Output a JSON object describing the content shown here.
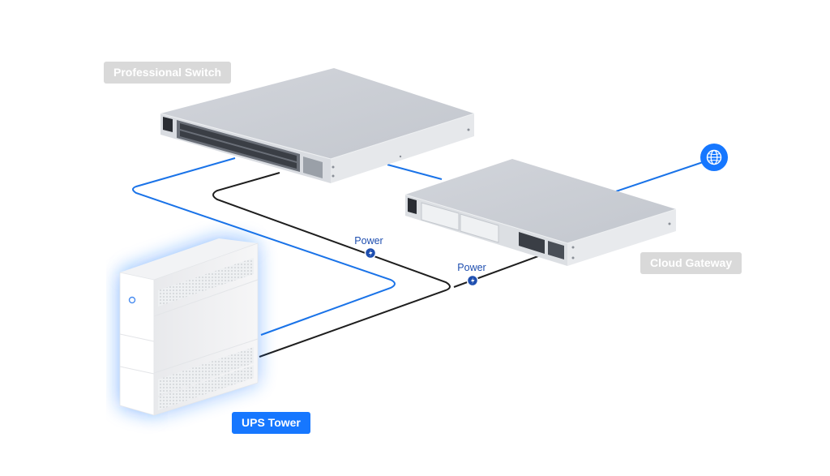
{
  "devices": {
    "switch": {
      "label": "Professional Switch"
    },
    "gateway": {
      "label": "Cloud Gateway"
    },
    "ups": {
      "label": "UPS Tower"
    }
  },
  "connections": {
    "power_1": {
      "label": "Power"
    },
    "power_2": {
      "label": "Power"
    }
  },
  "internet": {
    "icon": "globe-icon"
  },
  "colors": {
    "data_link": "#1a73e8",
    "power_link": "#1e1e1e",
    "accent": "#1677ff",
    "label_gray": "#d9d9d9",
    "power_badge": "#1f4fb0"
  }
}
